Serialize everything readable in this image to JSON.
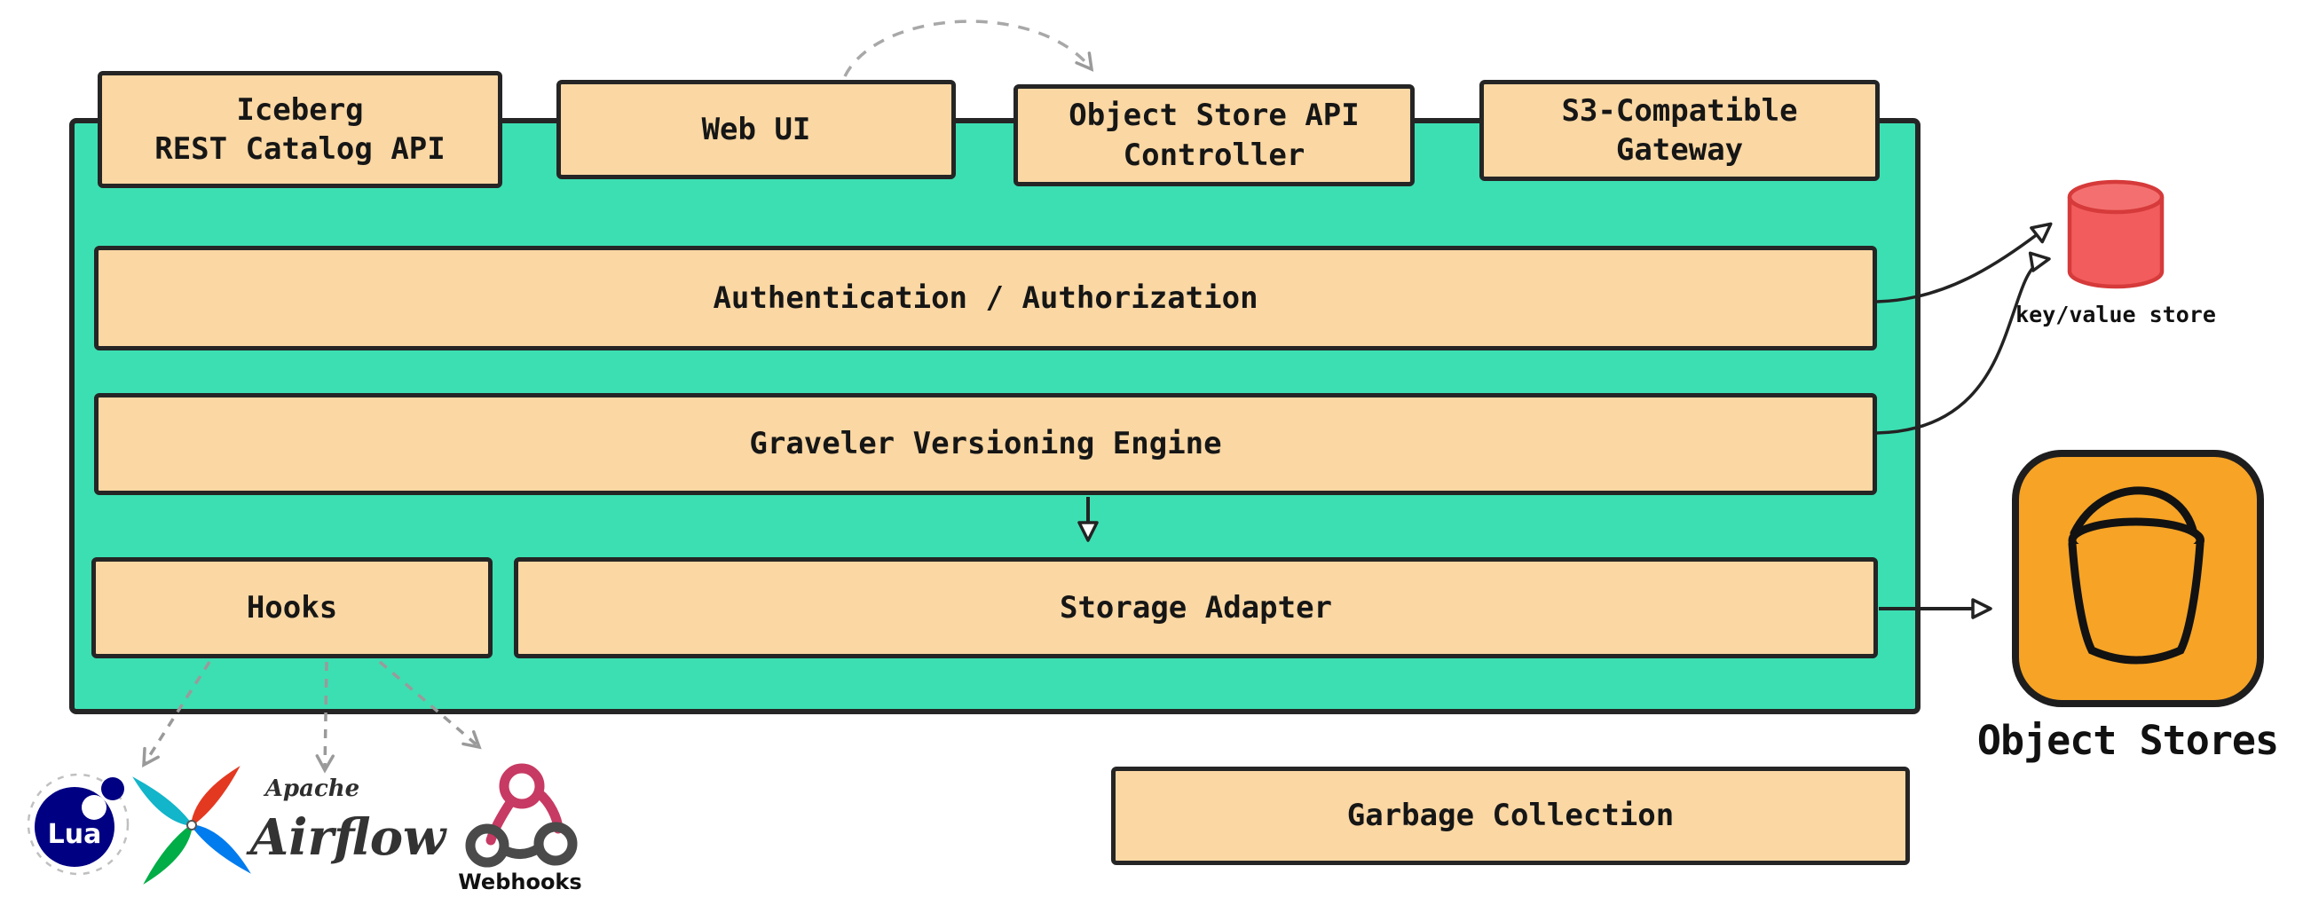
{
  "colors": {
    "container_teal": "#3CDFB2",
    "box_peach": "#FAD7A3",
    "outline_dark": "#252525",
    "kv_store_red": "#F25C5C",
    "object_store_orange": "#F6A326",
    "lua_navy": "#000083",
    "webhooks_pink": "#C73A63",
    "airflow_blue": "#017CEE",
    "airflow_red": "#E43921",
    "airflow_green": "#00AD46",
    "airflow_cyan": "#12B5C9",
    "dashed_arrow_gray": "#9A9A9A"
  },
  "boxes": {
    "iceberg": {
      "label": "Iceberg\nREST Catalog API"
    },
    "web_ui": {
      "label": "Web UI"
    },
    "object_store_api": {
      "label": "Object Store API\nController"
    },
    "s3_gateway": {
      "label": "S3-Compatible\nGateway"
    },
    "auth": {
      "label": "Authentication / Authorization"
    },
    "graveler": {
      "label": "Graveler Versioning Engine"
    },
    "hooks": {
      "label": "Hooks"
    },
    "storage_adapter": {
      "label": "Storage Adapter"
    },
    "garbage_collection": {
      "label": "Garbage Collection"
    }
  },
  "external": {
    "kv_store_label": "key/value store",
    "object_stores_label": "Object Stores"
  },
  "integrations": {
    "lua": "Lua",
    "airflow_top": "Apache",
    "airflow": "Airflow",
    "webhooks": "Webhooks"
  }
}
